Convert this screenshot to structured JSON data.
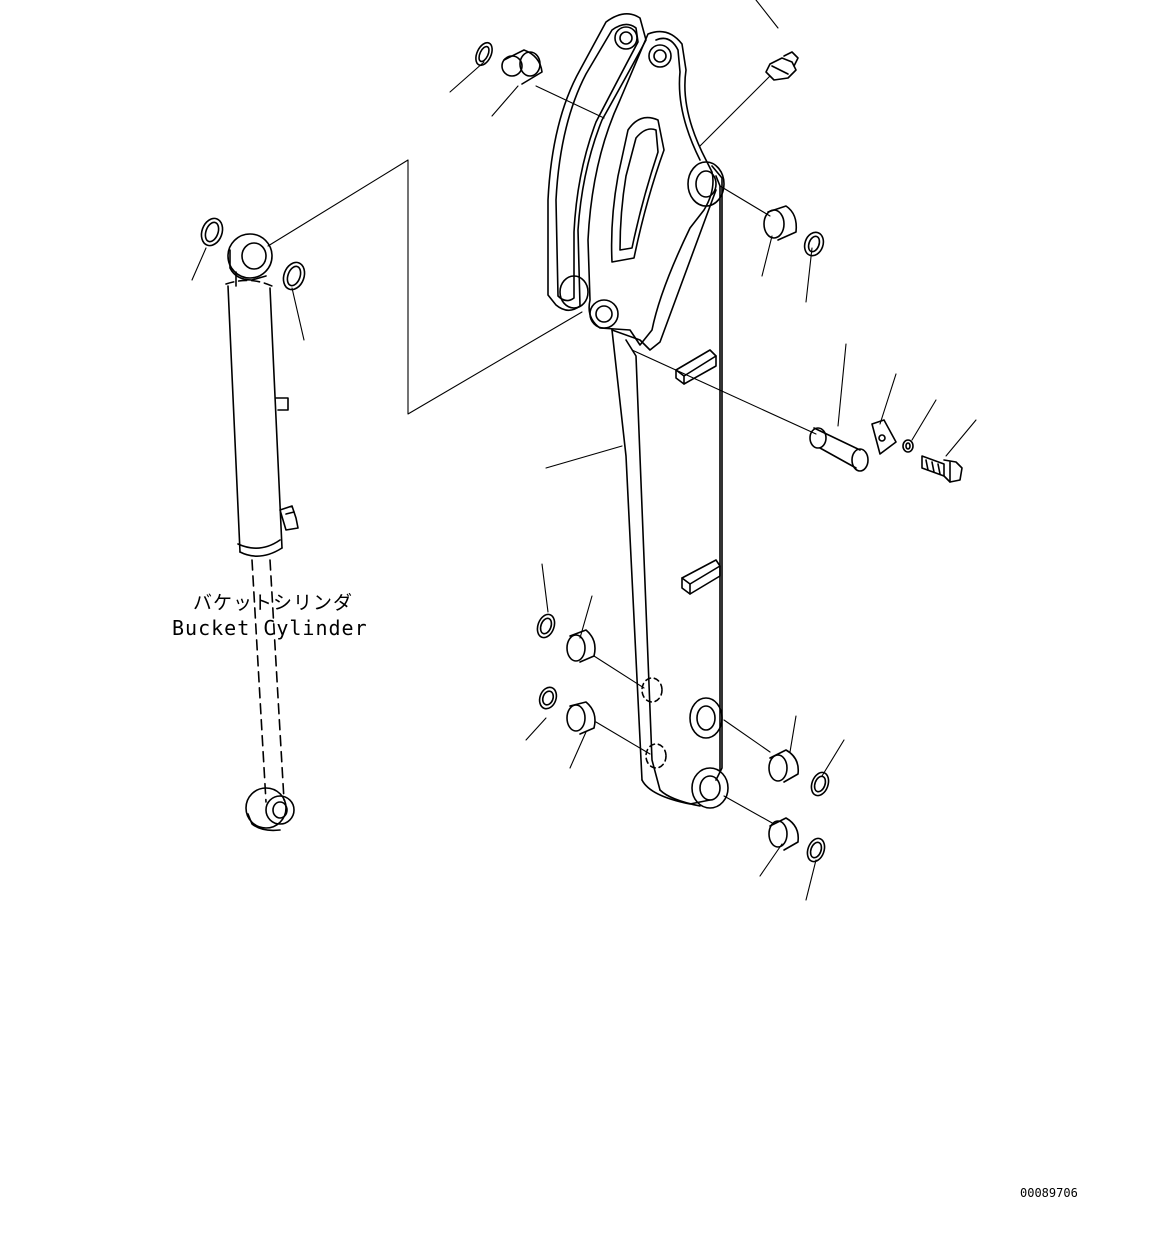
{
  "cylinder_label": {
    "japanese": "バケットシリンダ",
    "english": "Bucket Cylinder"
  },
  "drawing_number": "00089706",
  "line_color": "#000000",
  "background_color": "#ffffff"
}
